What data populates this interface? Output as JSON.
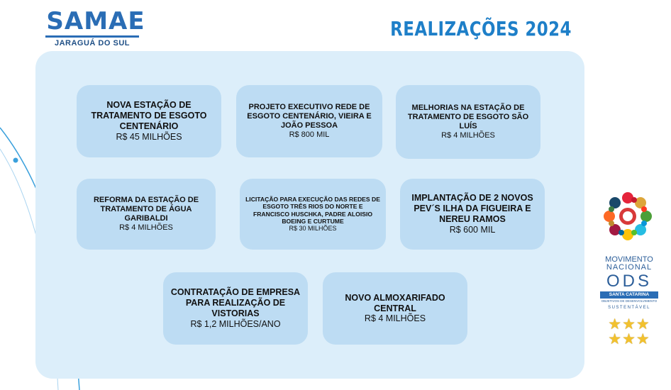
{
  "logo": {
    "word": "SAMAE",
    "city": "JARAGUÁ DO SUL"
  },
  "title": "REALIZAÇÕES 2024",
  "cards": [
    {
      "title": "NOVA ESTAÇÃO DE TRATAMENTO DE ESGOTO CENTENÁRIO",
      "value": "R$ 45 MILHÕES"
    },
    {
      "title": "PROJETO EXECUTIVO REDE DE ESGOTO CENTENÁRIO, VIEIRA E JOÃO PESSOA",
      "value": "R$ 800 MIL"
    },
    {
      "title": "MELHORIAS NA ESTAÇÃO DE TRATAMENTO DE ESGOTO SÃO LUÍS",
      "value": "R$ 4 MILHÕES"
    },
    {
      "title": "REFORMA DA ESTAÇÃO DE TRATAMENTO DE ÁGUA GARIBALDI",
      "value": "R$ 4 MILHÕES"
    },
    {
      "title": "LICITAÇÃO PARA EXECUÇÃO DAS REDES DE ESGOTO TRÊS RIOS DO NORTE E FRANCISCO HUSCHKA, PADRE ALOISIO BOEING E CURTUME",
      "value": "R$ 30 MILHÕES"
    },
    {
      "title": "IMPLANTAÇÃO DE 2 NOVOS PEV´S ILHA DA FIGUEIRA E NEREU RAMOS",
      "value": "R$ 600 MIL"
    },
    {
      "title": "CONTRATAÇÃO DE EMPRESA PARA REALIZAÇÃO DE VISTORIAS",
      "value": "R$ 1,2 MILHÕES/ANO"
    },
    {
      "title": "NOVO ALMOXARIFADO CENTRAL",
      "value": "R$ 4 MILHÕES"
    }
  ],
  "ods": {
    "line1": "MOVIMENTO",
    "line2": "NACIONAL",
    "big": "ODS",
    "strip": "SANTA CATARINA",
    "small": "OBJETIVOS DE DESENVOLVIMENTO",
    "sub": "SUSTENTÁVEL"
  },
  "colors": {
    "accent": "#1e7fc8",
    "panel": "#dceefa",
    "card": "#bddcf3",
    "star": "#f2c12e"
  }
}
